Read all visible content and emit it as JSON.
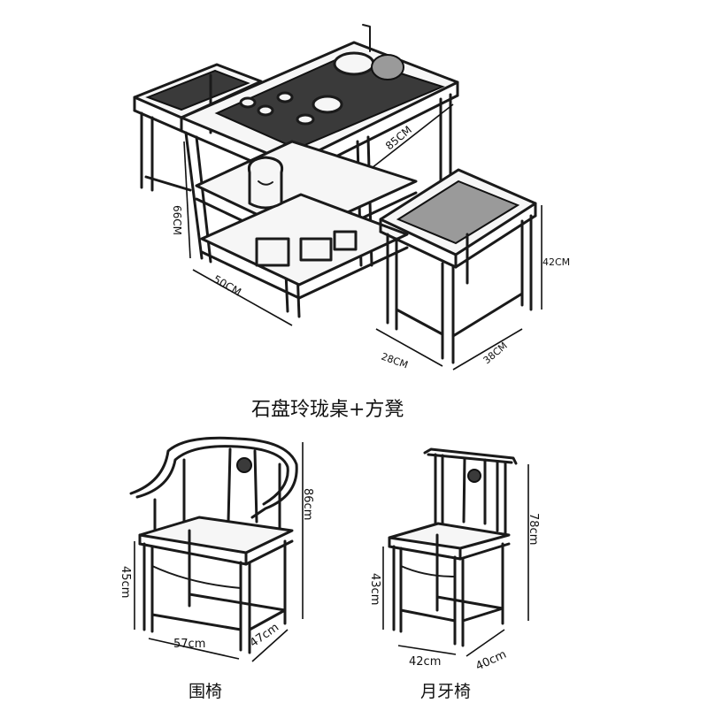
{
  "table_set": {
    "caption": "石盘玲珑桌+方凳",
    "dims": {
      "table_width": "85CM",
      "table_height": "66CM",
      "table_depth": "50CM",
      "stool_height": "42CM",
      "stool_depth": "38CM",
      "stool_width": "28CM"
    }
  },
  "armchair": {
    "caption": "围椅",
    "dims": {
      "height": "86cm",
      "seat_height": "45cm",
      "width": "57cm",
      "depth": "47cm"
    }
  },
  "crescent_chair": {
    "caption": "月牙椅",
    "dims": {
      "height": "78cm",
      "seat_height": "43cm",
      "width": "42cm",
      "depth": "40cm"
    }
  }
}
